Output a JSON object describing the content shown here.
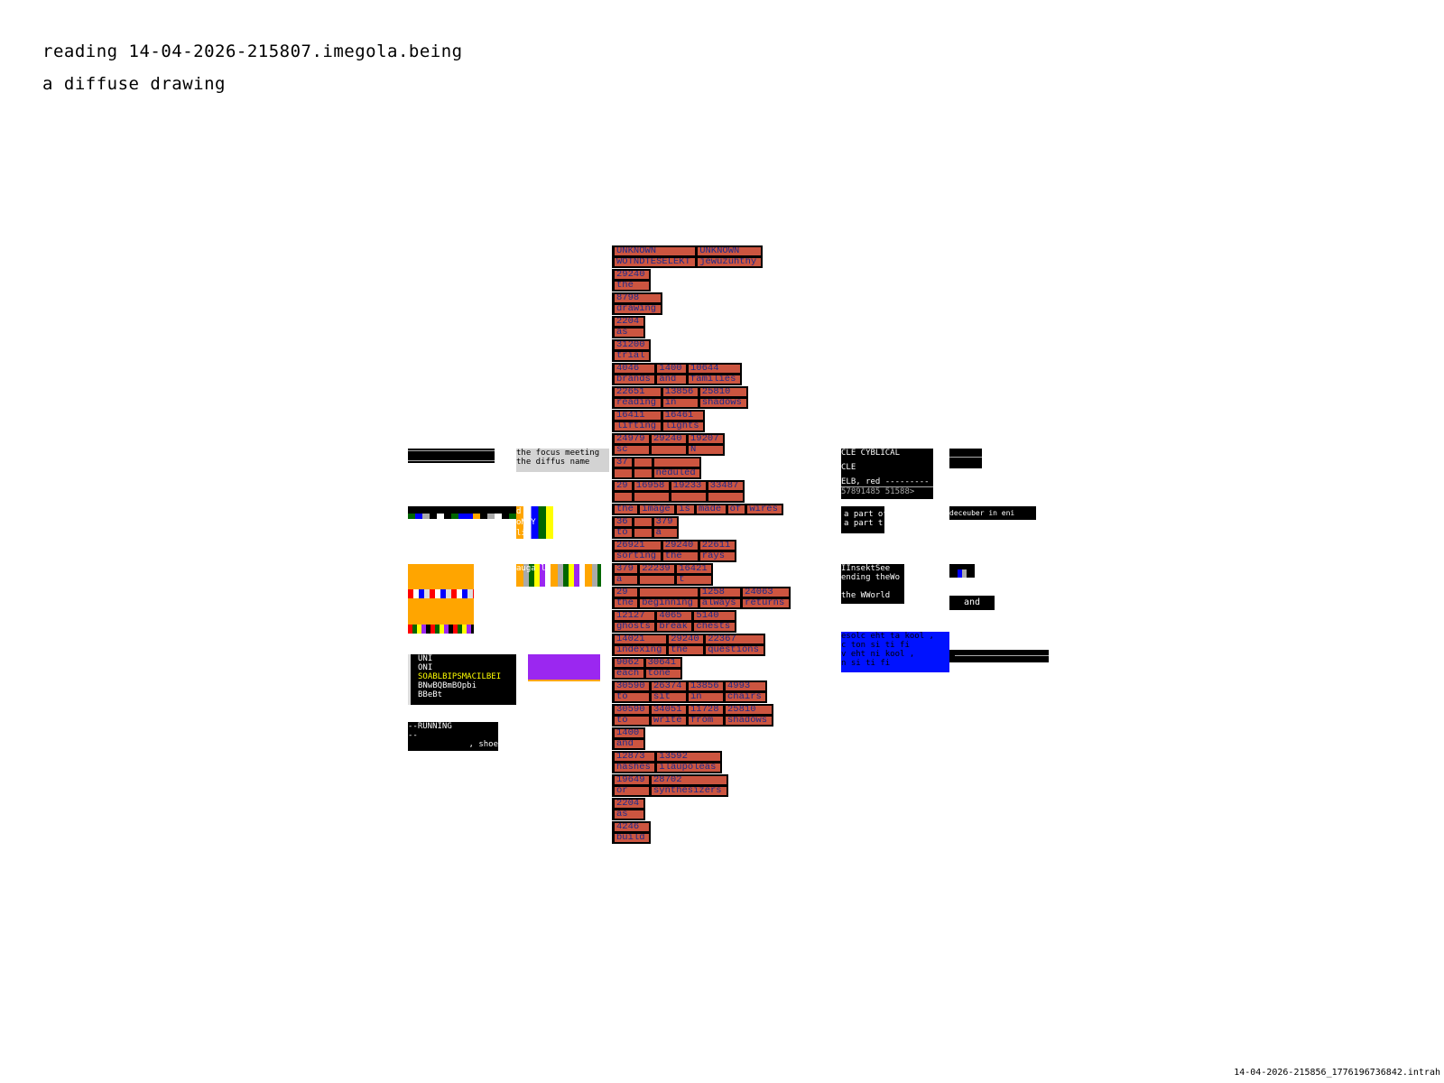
{
  "header": {
    "title": "reading 14-04-2026-215807.imegola.being",
    "subtitle": "a diffuse drawing"
  },
  "footer": {
    "filename": "14-04-2026-215856_1776196736842.intrah"
  },
  "column": {
    "groups": [
      [
        [
          "UNKNOWN",
          "WOTNDTESELEKT"
        ],
        [
          "UNKNOWN",
          "jewuzuhthy"
        ]
      ],
      [
        [
          "29240",
          "the"
        ]
      ],
      [
        [
          "8798",
          "drawing"
        ]
      ],
      [
        [
          "2204",
          "as"
        ]
      ],
      [
        [
          "31200",
          "trial"
        ]
      ],
      [
        [
          "4046",
          "brands"
        ],
        [
          "1400",
          "and"
        ],
        [
          "10644",
          "families"
        ]
      ],
      [
        [
          "22651",
          "reading"
        ],
        [
          "13856",
          "in"
        ],
        [
          "25810",
          "shadows"
        ]
      ],
      [
        [
          "16411",
          "lifting"
        ],
        [
          "16461",
          "lights"
        ]
      ],
      [
        [
          "24979",
          "sc"
        ],
        [
          "29240",
          ""
        ],
        [
          "19207",
          "N"
        ]
      ],
      [
        [
          "37",
          ""
        ],
        [
          "",
          ""
        ],
        [
          "",
          "neduled"
        ]
      ],
      [
        [
          "29",
          ""
        ],
        [
          "16958",
          ""
        ],
        [
          "19233",
          ""
        ],
        [
          "33487",
          ""
        ]
      ],
      [
        [
          "the"
        ],
        [
          "image"
        ],
        [
          "is"
        ],
        [
          "made"
        ],
        [
          "of"
        ],
        [
          "wires"
        ]
      ],
      [
        [
          "36",
          "to"
        ],
        [
          "",
          ""
        ],
        [
          "379",
          "a"
        ]
      ],
      [
        [
          "26921",
          "sorting"
        ],
        [
          "29240",
          "the"
        ],
        [
          "22611",
          "rays"
        ]
      ],
      [
        [
          "379",
          "a"
        ],
        [
          "22239",
          ""
        ],
        [
          "16421",
          "t"
        ]
      ],
      [
        [
          "29",
          "the"
        ],
        [
          "",
          "beginning"
        ],
        [
          "1258",
          "always"
        ],
        [
          "24063",
          "returns"
        ]
      ],
      [
        [
          "12127",
          "ghosts"
        ],
        [
          "4065",
          "break"
        ],
        [
          "5140",
          "chests"
        ]
      ],
      [
        [
          "14021",
          "indexing"
        ],
        [
          "29240",
          "the"
        ],
        [
          "22367",
          "questions"
        ]
      ],
      [
        [
          "9062",
          "each"
        ],
        [
          "30641",
          "tone"
        ]
      ],
      [
        [
          "30590",
          "to"
        ],
        [
          "26374",
          "sit"
        ],
        [
          "13856",
          "in"
        ],
        [
          "4993",
          "chairs"
        ]
      ],
      [
        [
          "30590",
          "to"
        ],
        [
          "34051",
          "write"
        ],
        [
          "11728",
          "from"
        ],
        [
          "25810",
          "shadows"
        ]
      ],
      [
        [
          "1400",
          "and"
        ]
      ],
      [
        [
          "12873",
          "hashes"
        ],
        [
          "13592",
          "ilaupoleas"
        ]
      ],
      [
        [
          "19649",
          "or"
        ],
        [
          "28702",
          "synthesizers"
        ]
      ],
      [
        [
          "2204",
          "as"
        ]
      ],
      [
        [
          "4246",
          "build"
        ]
      ]
    ]
  },
  "overlays": {
    "glyph_box": [
      "UNI",
      "ONI",
      "SOABLBIPSMACILBEI",
      "BNwBQBmBOpbi",
      "BBeBt"
    ],
    "and_label": "and",
    "mirrored": [
      "esolc eht ta kool ,",
      "c ton si ti fi",
      "v eht ni kool ,",
      "n si ti fi"
    ],
    "running": [
      "--RUNNING",
      "--"
    ],
    "shoe": ", shoe",
    "focus": [
      "the focus meeting",
      "the diffus name"
    ],
    "grid_letters": [
      "d p",
      "oNLY",
      "lin"
    ],
    "strip_letters": "auga la"
  },
  "panels": {
    "cyclical": [
      "CLE",
      "CLE CYBLICAL",
      "CLE",
      "ELB, red ---------",
      "57891485 51588>"
    ],
    "apart": [
      "a part of",
      "a part t"
    ],
    "insekt": [
      "IInsektSee",
      "ending theWo",
      "",
      "the WWorld"
    ],
    "desc": "deceuber in eni"
  },
  "colors": {
    "tile": "#cc5540",
    "tile_text": "#1c2a8c",
    "purple": "#9b27f0",
    "blue": "#0012ff",
    "orange": "#ffa500"
  }
}
